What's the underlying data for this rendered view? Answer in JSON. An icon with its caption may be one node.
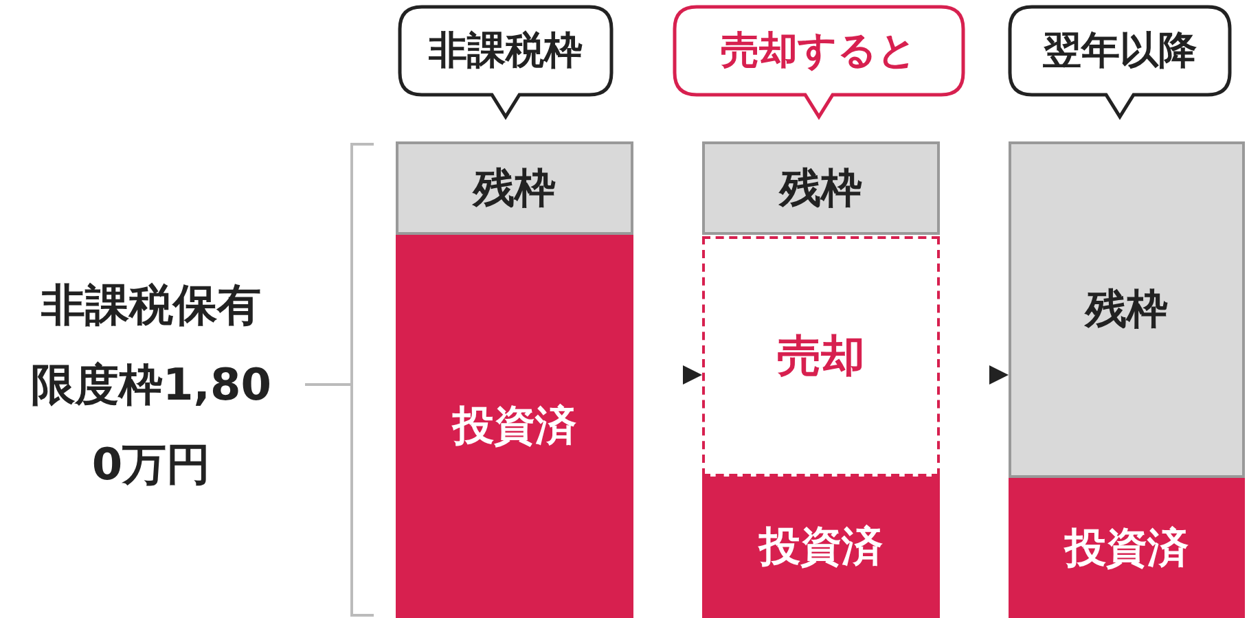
{
  "diagram": {
    "nodes": [
      {
        "text": [
          "非課税枠"
        ]
      },
      {
        "text": [
          "売却すると"
        ]
      },
      {
        "text": [
          "翌年以降"
        ]
      },
      {
        "text": [
          "非課税保有限度枠1,800万円"
        ]
      },
      {
        "text": [
          "残枠"
        ]
      },
      {
        "text": [
          "投資済"
        ]
      },
      {
        "text": [
          "残枠"
        ]
      },
      {
        "text": [
          "売却"
        ]
      },
      {
        "text": [
          "投資済"
        ]
      },
      {
        "text": [
          "残枠"
        ]
      },
      {
        "text": [
          "投資済"
        ]
      }
    ],
    "edges": [
      {
        "from": 5,
        "to": 7,
        "arrow": "to"
      },
      {
        "from": 7,
        "to": 9,
        "arrow": "to"
      }
    ]
  }
}
